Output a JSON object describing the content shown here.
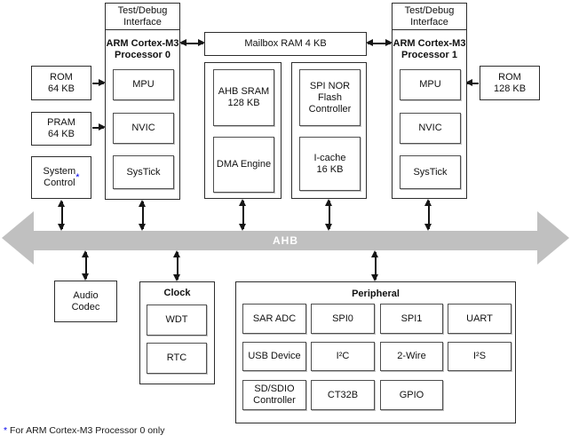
{
  "palette": {
    "bus_gray": "#c0c0c0",
    "bus_label_color": "#ffffff",
    "asterisk_blue": "#0000ee",
    "line_color": "#151515",
    "box_fill": "#ffffff"
  },
  "bus": {
    "label": "AHB"
  },
  "proc0": {
    "debug": "Test/Debug\nInterface",
    "title": "ARM Cortex-M3\nProcessor 0",
    "mpu": "MPU",
    "nvic": "NVIC",
    "systick": "SysTick"
  },
  "proc1": {
    "debug": "Test/Debug\nInterface",
    "title": "ARM Cortex-M3\nProcessor 1",
    "mpu": "MPU",
    "nvic": "NVIC",
    "systick": "SysTick"
  },
  "memory": {
    "rom0": "ROM\n64 KB",
    "pram": "PRAM\n64 KB",
    "system_control": "System\nControl",
    "system_control_asterisk": "*",
    "mailbox": "Mailbox RAM 4 KB",
    "rom1": "ROM\n128 KB"
  },
  "center": {
    "ahb_sram": "AHB SRAM\n128 KB",
    "dma": "DMA Engine",
    "spi_nor": "SPI NOR\nFlash\nController",
    "icache": "I-cache\n16 KB"
  },
  "bottom": {
    "audio": "Audio\nCodec",
    "clock_title": "Clock",
    "wdt": "WDT",
    "rtc": "RTC",
    "peripheral_title": "Peripheral",
    "row1": [
      "SAR ADC",
      "SPI0",
      "SPI1",
      "UART"
    ],
    "row2": [
      "USB Device",
      "I²C",
      "2-Wire",
      "I²S"
    ],
    "row3": [
      "SD/SDIO\nController",
      "CT32B",
      "GPIO"
    ]
  },
  "footnote": {
    "asterisk": "*",
    "text": "For ARM Cortex-M3 Processor 0 only"
  }
}
